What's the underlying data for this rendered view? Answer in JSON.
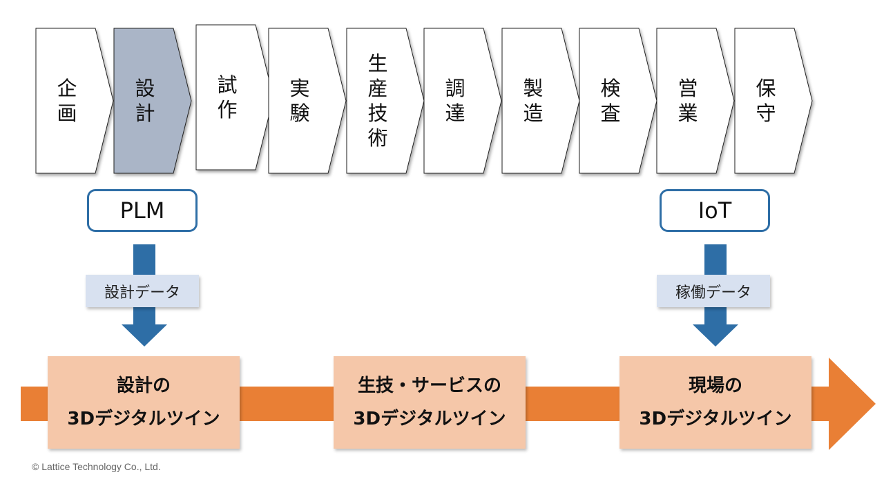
{
  "process_steps": [
    {
      "label": "企画",
      "highlighted": false
    },
    {
      "label": "設計",
      "highlighted": true
    },
    {
      "label": "試作",
      "highlighted": false
    },
    {
      "label": "実験",
      "highlighted": false
    },
    {
      "label": "生産技術",
      "highlighted": false
    },
    {
      "label": "調達",
      "highlighted": false
    },
    {
      "label": "製造",
      "highlighted": false
    },
    {
      "label": "検査",
      "highlighted": false
    },
    {
      "label": "営業",
      "highlighted": false
    },
    {
      "label": "保守",
      "highlighted": false
    }
  ],
  "systems": {
    "plm": {
      "label": "PLM",
      "data_label": "設計データ"
    },
    "iot": {
      "label": "IoT",
      "data_label": "稼働データ"
    }
  },
  "twins": [
    {
      "line1": "設計の",
      "line2": "3Dデジタルツイン"
    },
    {
      "line1": "生技・サービスの",
      "line2": "3Dデジタルツイン"
    },
    {
      "line1": "現場の",
      "line2": "3Dデジタルツイン"
    }
  ],
  "colors": {
    "highlight": "#aab5c7",
    "blue": "#2e6ea6",
    "orange": "#e97f35",
    "twin_fill": "#f5c7a9",
    "data_label_fill": "#d8e1f0"
  },
  "footer": {
    "copyright": "© Lattice Technology Co., Ltd."
  }
}
